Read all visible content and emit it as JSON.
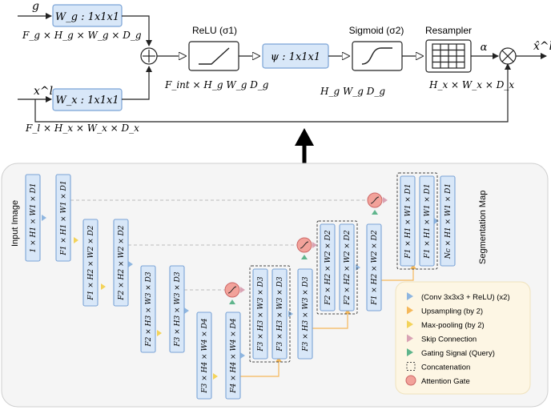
{
  "top": {
    "input_g": "g",
    "input_x": "x^l",
    "wg_label": "W_g : 1x1x1",
    "wx_label": "W_x : 1x1x1",
    "fg_dims": "F_g × H_g × W_g × D_g",
    "fl_dims": "F_l × H_x × W_x × D_x",
    "relu_title": "ReLU (σ1)",
    "psi_label": "ψ : 1x1x1",
    "sigmoid_title": "Sigmoid (σ2)",
    "resampler_title": "Resampler",
    "fint_dims": "F_int × H_g W_g  D_g",
    "hw_dims": "H_g W_g  D_g",
    "hx_dims": "H_x × W_x × D_x",
    "alpha": "α",
    "output": "x̂^l"
  },
  "unet": {
    "input_label": "Input Image",
    "output_label": "Segmentation Map",
    "blocks": [
      "1 × H1 × W1 × D1",
      "F1 × H1 × W1 × D1",
      "F1 × H2 × W2 × D2",
      "F2 × H2 × W2 × D2",
      "F2 × H3 × W3 × D3",
      "F3 × H3 × W3 × D3",
      "F3 × H4 × W4 × D4",
      "F4 × H4 × W4 × D4",
      "F3 × H3 × W3 × D3",
      "F3 × H3 × W3 × D3",
      "F3 × H3 × W3 × D3",
      "F2 × H2 × W2 × D2",
      "F2 × H2 × W2 × D2",
      "F1 × H2 × W2 × D2",
      "F1 × H1 × W1 × D1",
      "F1 × H1 × W1 × D1",
      "F1 × H1 × W1 × D1",
      "Nc × H1 × W1 × D1"
    ],
    "legend": [
      {
        "text": "(Conv 3x3x3 + ReLU) (x2)",
        "color": "#8fb6e0"
      },
      {
        "text": "Upsampling (by 2)",
        "color": "#f5b85a"
      },
      {
        "text": "Max-pooling (by 2)",
        "color": "#f3d35a"
      },
      {
        "text": "Skip Connection",
        "color": "#d9a3b4"
      },
      {
        "text": "Gating Signal (Query)",
        "color": "#5fb58c"
      },
      {
        "text": "Concatenation",
        "color": "#555555"
      },
      {
        "text": "Attention Gate",
        "color": "#e88a80"
      }
    ]
  },
  "colors": {
    "block_fill": "#d8e7f8",
    "block_stroke": "#7aa3d6",
    "panel_bg": "#f5f5f5",
    "legend_bg": "#fdf6e4",
    "gate_fill": "#f2a29a",
    "upsample": "#f5b85a",
    "pool": "#f3d35a",
    "skip": "#d9a3b4",
    "gate_arrow": "#5fb58c",
    "conv_arrow": "#8fb6e0"
  }
}
